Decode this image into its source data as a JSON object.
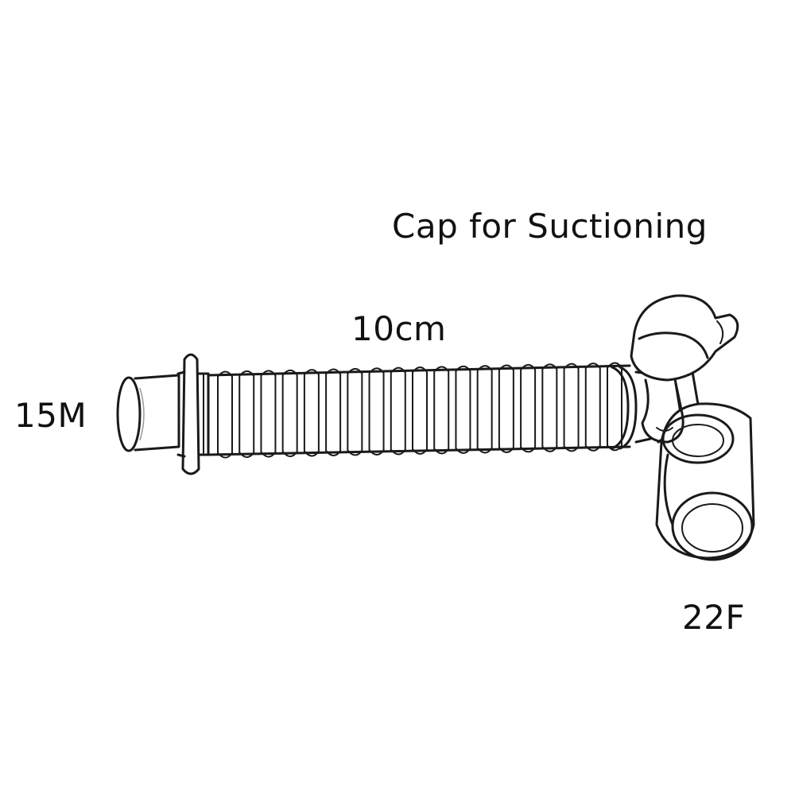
{
  "labels": {
    "cap": "Cap for Suctioning",
    "length": "10cm",
    "port_15m": "15M",
    "port_22f": "22F"
  },
  "icons": [
    "catheter-mount-drawing"
  ]
}
